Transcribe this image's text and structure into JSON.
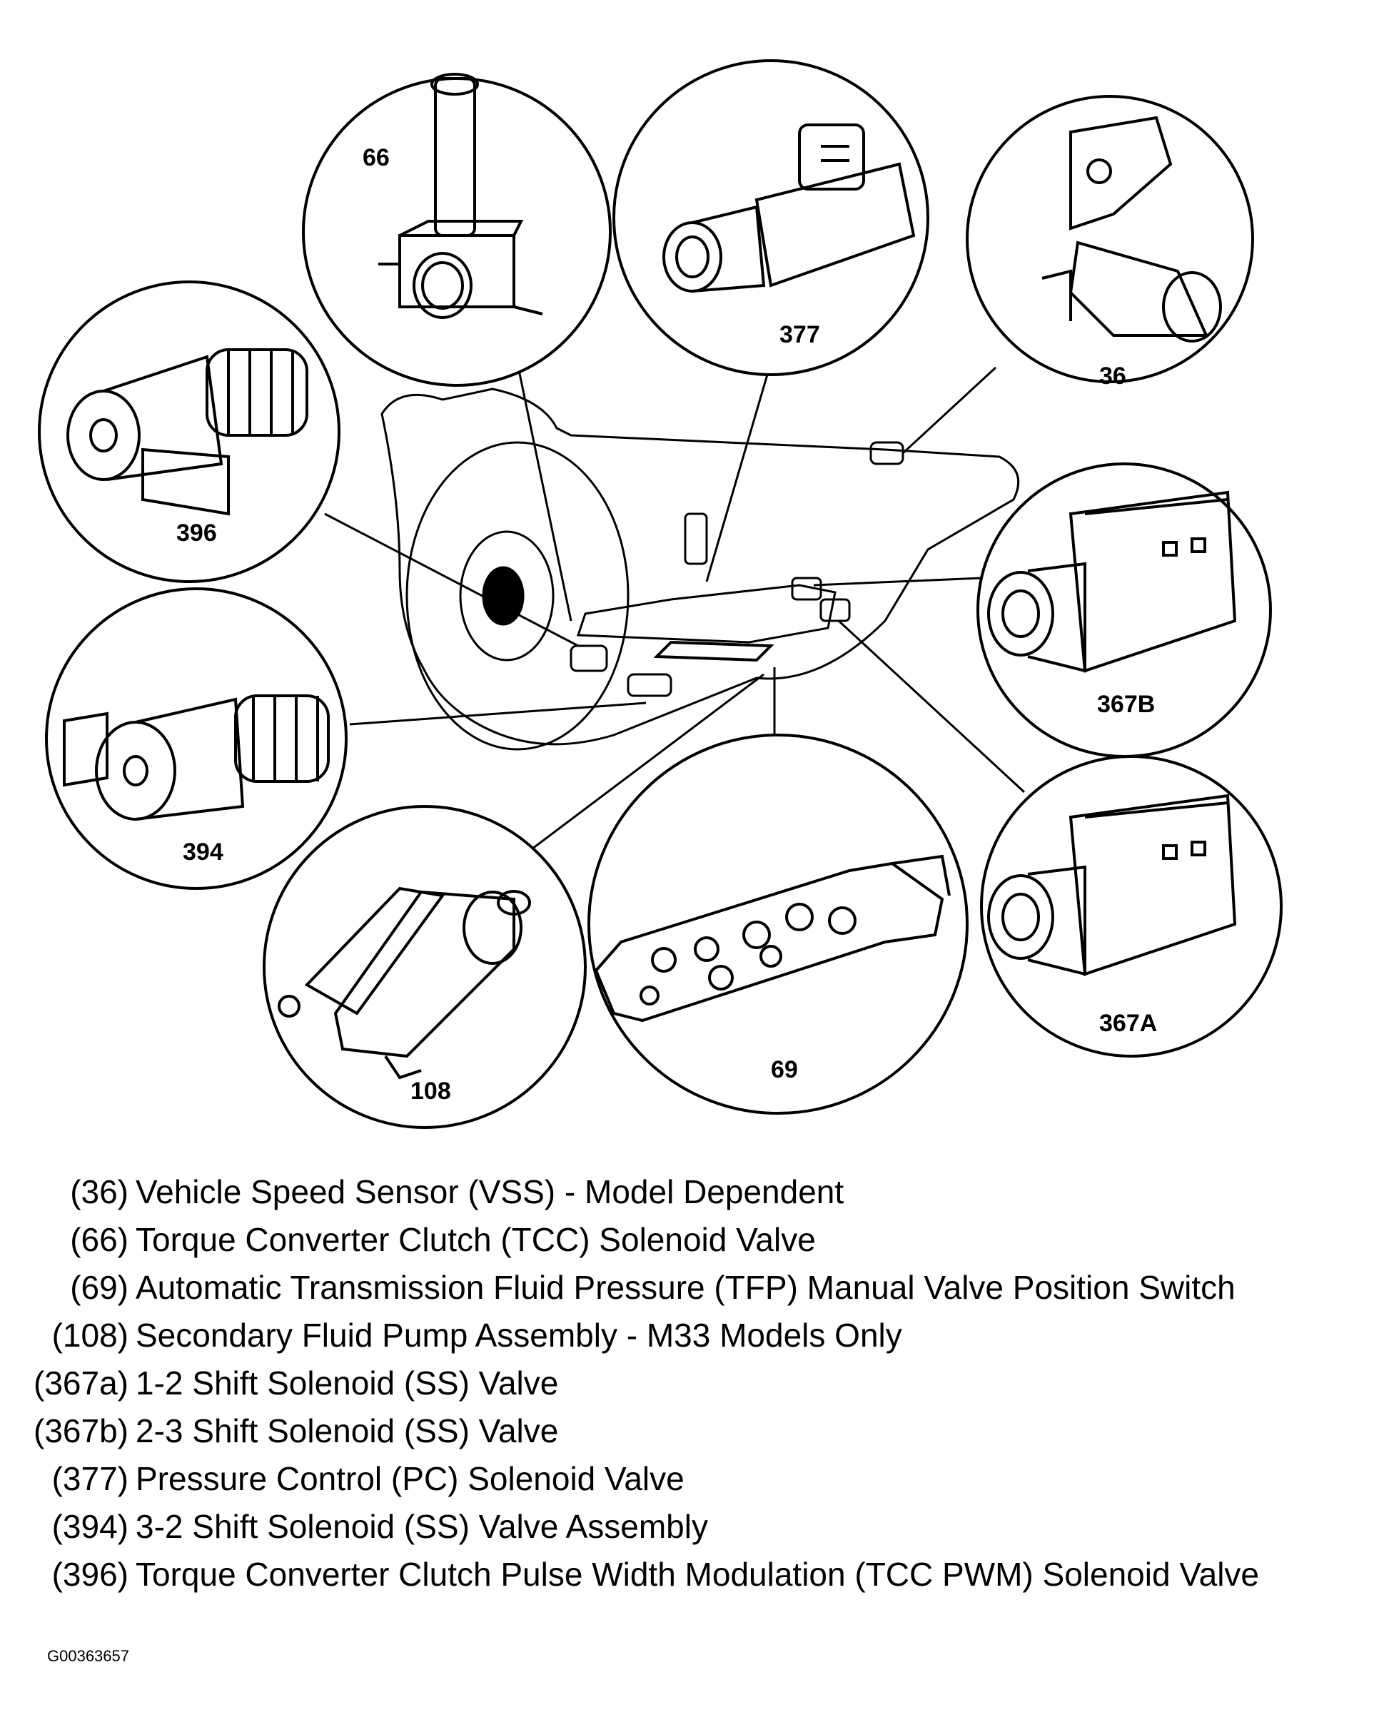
{
  "callouts": {
    "c66": "66",
    "c377": "377",
    "c36": "36",
    "c396": "396",
    "c367b": "367B",
    "c394": "394",
    "c367a": "367A",
    "c108": "108",
    "c69": "69"
  },
  "legend": [
    {
      "num": "(36)",
      "text": "Vehicle Speed Sensor (VSS) - Model Dependent"
    },
    {
      "num": "(66)",
      "text": "Torque Converter Clutch (TCC) Solenoid Valve"
    },
    {
      "num": "(69)",
      "text": "Automatic Transmission Fluid Pressure (TFP) Manual Valve Position Switch"
    },
    {
      "num": "(108)",
      "text": "Secondary Fluid Pump Assembly - M33 Models Only"
    },
    {
      "num": "(367a)",
      "text": "1-2 Shift Solenoid (SS) Valve"
    },
    {
      "num": "(367b)",
      "text": "2-3 Shift Solenoid (SS) Valve"
    },
    {
      "num": "(377)",
      "text": "Pressure Control (PC) Solenoid Valve"
    },
    {
      "num": "(394)",
      "text": "3-2 Shift Solenoid (SS) Valve Assembly"
    },
    {
      "num": "(396)",
      "text": "Torque Converter Clutch Pulse Width Modulation (TCC PWM) Solenoid Valve"
    }
  ],
  "figure_id": "G00363657"
}
